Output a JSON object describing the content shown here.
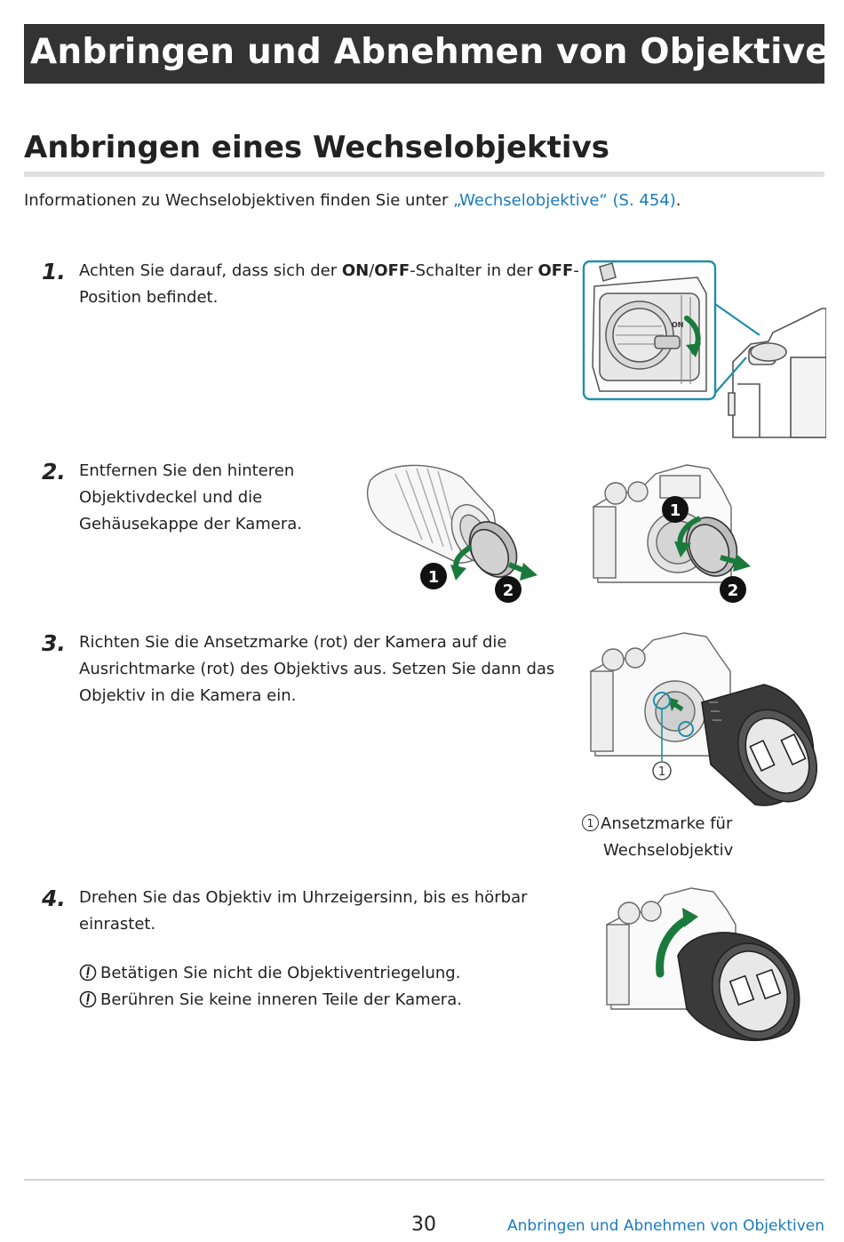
{
  "chapter": {
    "title": "Anbringen und Abnehmen von Objektiven"
  },
  "section": {
    "title": "Anbringen eines Wechselobjektivs"
  },
  "intro": {
    "text": "Informationen zu Wechselobjektiven finden Sie unter ",
    "link": "„Wechselobjektive“ (S. 454)",
    "suffix": "."
  },
  "steps": [
    {
      "number": "1.",
      "line1_pre": "Achten Sie darauf, dass sich der ",
      "on": "ON",
      "slash": "/",
      "off": "OFF",
      "line1_mid": "-Schalter in der ",
      "off2": "OFF",
      "line1_post": "-",
      "line2": "Position befindet.",
      "illus_label": "ON"
    },
    {
      "number": "2.",
      "lines": [
        "Entfernen Sie den hinteren",
        "Objektivdeckel und die",
        "Gehäusekappe der Kamera."
      ],
      "markers": [
        "1",
        "2"
      ]
    },
    {
      "number": "3.",
      "lines": [
        "Richten Sie die Ansetzmarke (rot) der Kamera auf die",
        "Ausrichtmarke (rot) des Objektivs aus. Setzen Sie dann das",
        "Objektiv in die Kamera ein."
      ],
      "marker": "1",
      "caption_num": "1",
      "caption_lines": [
        "Ansetzmarke für",
        "Wechselobjektiv"
      ]
    },
    {
      "number": "4.",
      "lines": [
        "Drehen Sie das Objektiv im Uhrzeigersinn, bis es hörbar",
        "einrastet."
      ],
      "notes": [
        "Betätigen Sie nicht die Objektiventriegelung.",
        "Berühren Sie keine inneren Teile der Kamera."
      ]
    }
  ],
  "footer": {
    "page_number": "30",
    "chapter_link": "Anbringen und Abnehmen von Objektiven"
  },
  "colors": {
    "chapter_bar": "#333333",
    "link": "#1a7bbd",
    "arrow_green": "#1a7a3c",
    "callout_teal": "#1f8fa6",
    "text": "#222222"
  }
}
